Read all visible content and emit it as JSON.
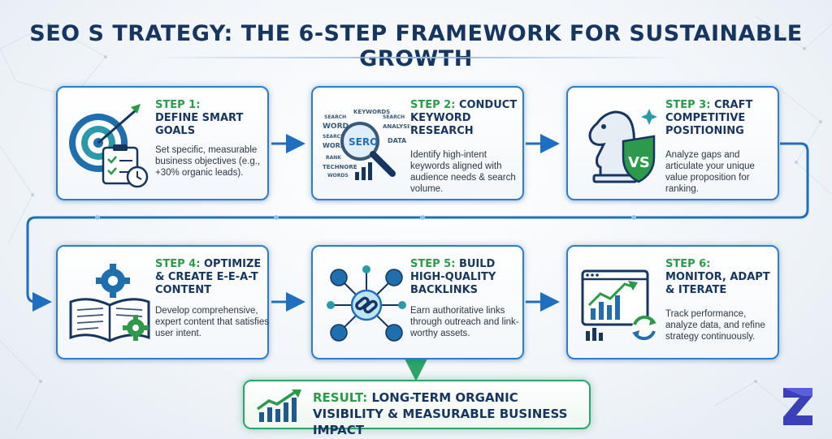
{
  "title": "SEO S TRATEGY: THE 6-STEP FRAMEWORK FOR SUSTAINABLE GROWTH",
  "steps": [
    {
      "label": "STEP 1:",
      "heading": "DEFINE SMART GOALS",
      "description": "Set specific, measurable business objectives (e.g., +30% organic leads).",
      "icon": "target-checklist-icon"
    },
    {
      "label": "STEP 2:",
      "heading": "CONDUCT KEYWORD RESEARCH",
      "description": "Identify high-intent keywords aligned with audience needs & search volume.",
      "icon": "keyword-magnifier-icon"
    },
    {
      "label": "STEP 3:",
      "heading": "CRAFT COMPETITIVE POSITIONING",
      "description": "Analyze gaps and articulate your unique value proposition for ranking.",
      "icon": "chess-knight-vs-icon"
    },
    {
      "label": "STEP 4:",
      "heading": "OPTIMIZE & CREATE E-E-A-T CONTENT",
      "description": "Develop comprehensive, expert content that satisfies user intent.",
      "icon": "book-gears-icon"
    },
    {
      "label": "STEP 5:",
      "heading": "BUILD HIGH-QUALITY BACKLINKS",
      "description": "Earn authoritative links through outreach and link-worthy assets.",
      "icon": "link-network-icon"
    },
    {
      "label": "STEP 6:",
      "heading": "MONITOR, ADAPT & ITERATE",
      "description": "Track performance, analyze data, and refine strategy continuously.",
      "icon": "dashboard-cycle-icon"
    }
  ],
  "keyword_cloud": [
    "SEARCH",
    "KEYWORDS",
    "SEARCH",
    "WORD",
    "ANALYSIS",
    "SEARCH",
    "SERO",
    "DATA",
    "WORES",
    "RANK",
    "TECHNORE",
    "WORDS"
  ],
  "result": {
    "label": "RESULT:",
    "text": "LONG-TERM ORGANIC VISIBILITY & MEASURABLE BUSINESS IMPACT"
  },
  "colors": {
    "title": "#16355f",
    "step_label": "#2c9a4a",
    "card_border": "#2f7cc9",
    "connector": "#1f6fc1",
    "result_border": "#2fa46a"
  }
}
